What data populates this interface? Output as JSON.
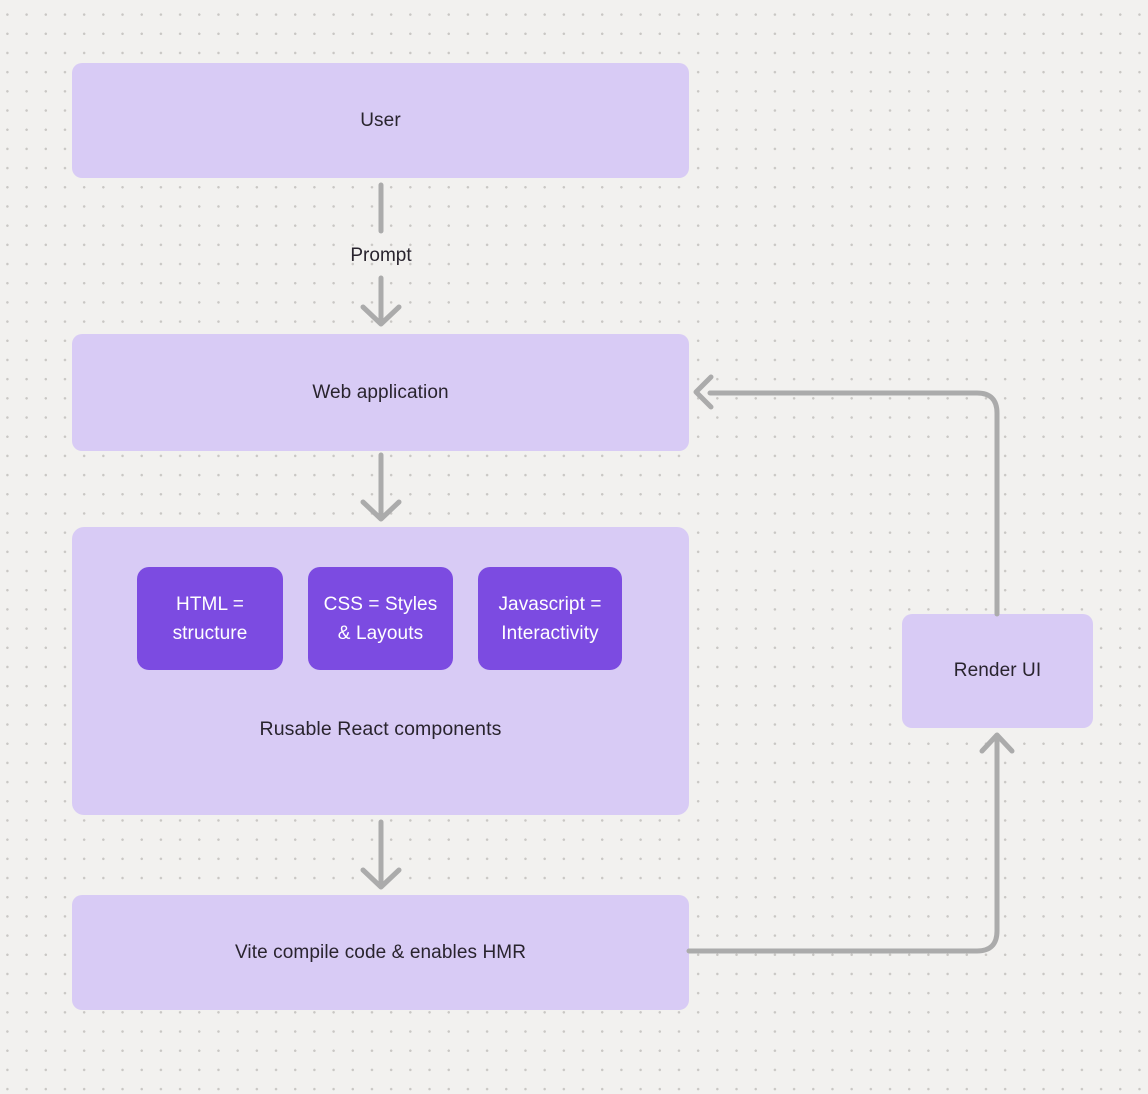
{
  "diagram": {
    "nodes": {
      "user": {
        "label": "User"
      },
      "web_application": {
        "label": "Web application"
      },
      "components_group": {
        "caption": "Rusable React components",
        "items": [
          {
            "line1": "HTML =",
            "line2": "structure"
          },
          {
            "line1": "CSS = Styles",
            "line2": "& Layouts"
          },
          {
            "line1": "Javascript =",
            "line2": "Interactivity"
          }
        ]
      },
      "vite": {
        "label": "Vite compile code & enables HMR"
      },
      "render_ui": {
        "label": "Render UI"
      }
    },
    "edges": {
      "user_to_webapp_label": "Prompt"
    },
    "colors": {
      "background": "#f2f1ef",
      "dot_grid": "#c9c7c4",
      "node_fill": "#d8cbf5",
      "component_fill": "#7c4be1",
      "component_text": "#ffffff",
      "label_text": "#29242e",
      "connector": "#ababab"
    }
  }
}
